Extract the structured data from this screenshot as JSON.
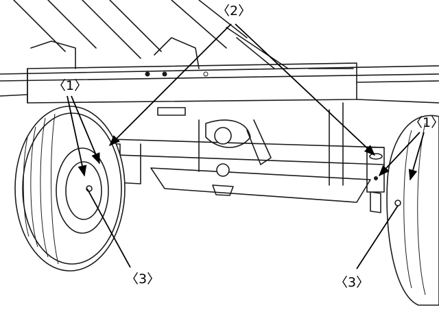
{
  "callouts": {
    "c1_left": "〈1〉",
    "c2_top": "〈2〉",
    "c1_right": "〈1〉",
    "c3_left": "〈3〉",
    "c3_right": "〈3〉"
  },
  "colors": {
    "line": "#1a1a1a",
    "background": "#ffffff"
  }
}
